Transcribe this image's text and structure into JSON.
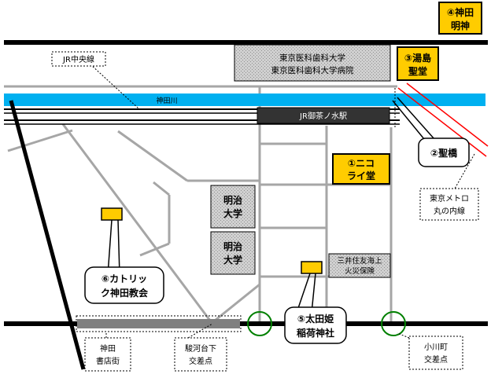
{
  "landmarks": {
    "kanda_myojin": {
      "line1": "④神田",
      "line2": "明神"
    },
    "yushima_seido": {
      "line1": "③湯島",
      "line2": "聖堂"
    },
    "nikolai_do": {
      "line1": "①ニコ",
      "line2": "ライ堂"
    },
    "hijiribashi": "②聖橋",
    "kanda_church": {
      "line1": "⑥カトリッ",
      "line2": "ク神田教会"
    },
    "taita_shrine": {
      "line1": "⑤太田姫",
      "line2": "稲荷神社"
    }
  },
  "buildings": {
    "tmdu": {
      "line1": "東京医科歯科大学",
      "line2": "東京医科歯科大学病院"
    },
    "meiji_1": {
      "line1": "明治",
      "line2": "大学"
    },
    "meiji_2": {
      "line1": "明治",
      "line2": "大学"
    },
    "mitsui": {
      "line1": "三井住友海上",
      "line2": "火災保険"
    },
    "station": "JR御茶ノ水駅"
  },
  "labels": {
    "jr_chuo": "JR中央線",
    "kanda_river": "神田川",
    "metro": {
      "line1": "東京メトロ",
      "line2": "丸の内線"
    },
    "jinbocho": {
      "line1": "神田",
      "line2": "書店街"
    },
    "surugadai": {
      "line1": "駿河台下",
      "line2": "交差点"
    },
    "ogawamachi": {
      "line1": "小川町",
      "line2": "交差点"
    }
  },
  "colors": {
    "river": "#00b0f0",
    "landmark_fill": "#ffcc00",
    "building_fill": "#c0c0c0",
    "station_fill": "#333333",
    "metro_line": "#ff0000",
    "intersection": "#008000",
    "street": "#a6a6a6"
  }
}
